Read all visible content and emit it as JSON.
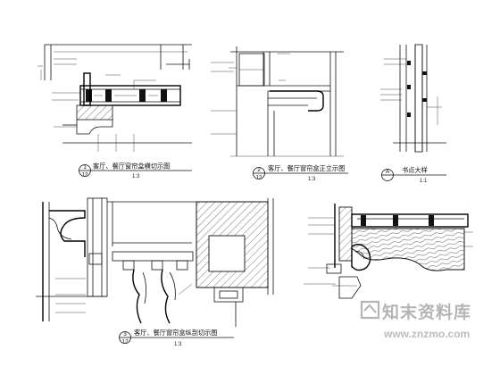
{
  "details": {
    "d1": {
      "number": "1",
      "sheet": "12",
      "title": "客厅、餐厅窗帘盒横切示图",
      "scale": "1:3"
    },
    "d2": {
      "number": "2",
      "sheet": "12",
      "title": "客厅、餐厅窗帘盒正立示图",
      "scale": "1:3"
    },
    "da": {
      "number": "A",
      "title": "书点大样",
      "scale": "1:1"
    },
    "d3": {
      "number": "3",
      "sheet": "12",
      "title": "客厅、餐厅窗帘盒纵剖切示图",
      "scale": "1:3"
    }
  },
  "watermark": {
    "cn": "知末资料库",
    "url": "www.znzmo.com"
  }
}
